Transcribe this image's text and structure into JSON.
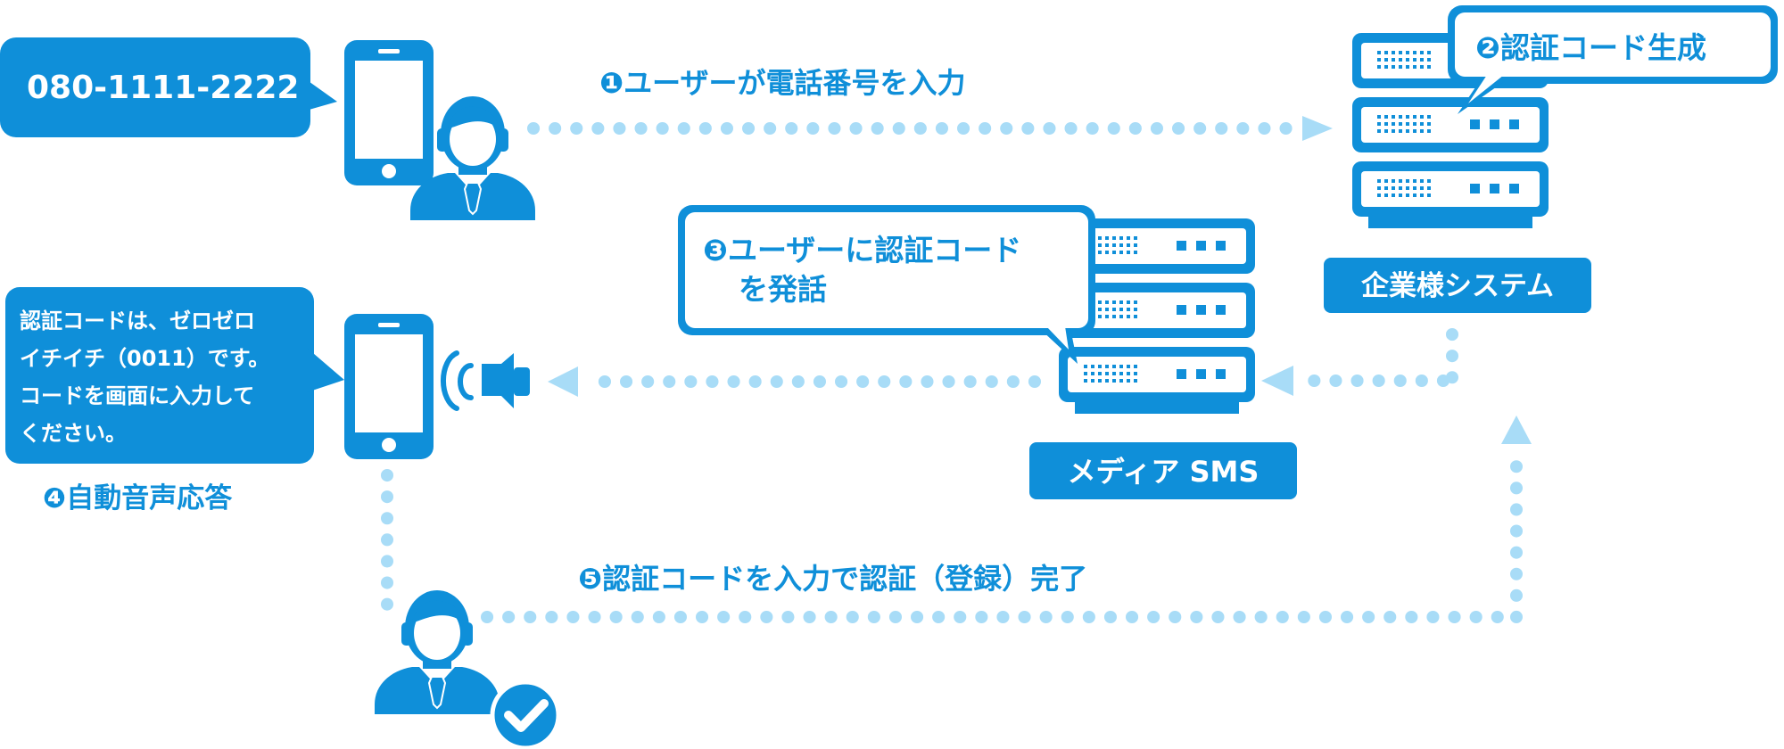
{
  "colors": {
    "primary": "#0f8fd9",
    "light": "#a8dcf7",
    "white": "#ffffff"
  },
  "icons": {
    "smartphone": "smartphone-icon",
    "user": "user-icon",
    "server": "server-icon",
    "speaker": "speaker-icon",
    "check": "check-icon"
  },
  "steps": {
    "step1": "❶ユーザーが電話番号を入力",
    "step2": "❷認証コード生成",
    "step3_line1": "❸ユーザーに認証コード",
    "step3_line2": "を発話",
    "step4": "❹自動音声応答",
    "step5": "❺認証コードを入力で認証（登録）完了"
  },
  "phone_bubble": {
    "number": "080-1111-2222"
  },
  "voice_bubble": {
    "line1": "認証コードは、ゼロゼロ",
    "line2": "イチイチ（0011）です。",
    "line3": "コードを画面に入力して",
    "line4": "ください。"
  },
  "labels": {
    "company_system": "企業様システム",
    "media_sms": "メディア SMS"
  }
}
